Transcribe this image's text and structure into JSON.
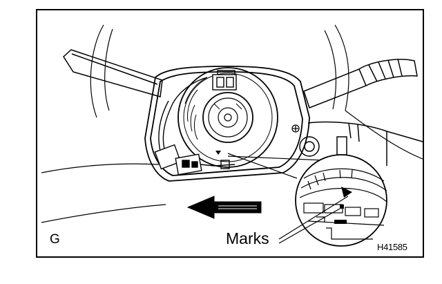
{
  "diagram": {
    "panel_letter": "G",
    "callout_label": "Marks",
    "figure_code": "H41585"
  },
  "colors": {
    "ink": "#000000",
    "paper": "#ffffff"
  }
}
